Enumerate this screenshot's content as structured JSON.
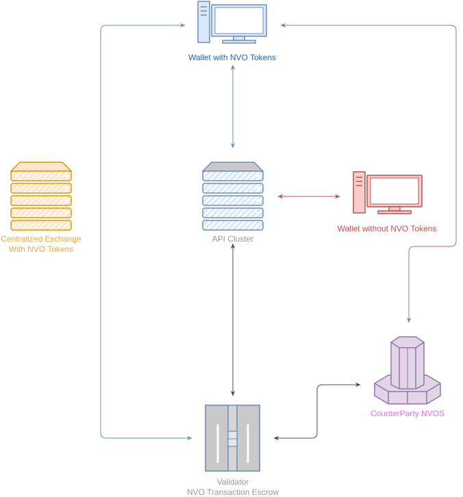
{
  "nodes": {
    "wallet_nvo": {
      "label": "Wallet with NVO Tokens",
      "color": "#1f63b5"
    },
    "api_cluster": {
      "label": "API Cluster",
      "color": "#9a9a9a"
    },
    "wallet_no_nvo": {
      "label": "Wallet without NVO Tokens",
      "color": "#d84a4a"
    },
    "exchange": {
      "label_line1": "Centralized Exchange",
      "label_line2": "With NVO Tokens",
      "color": "#f4a93a"
    },
    "counterparty": {
      "label": "CounterParty NVOS",
      "color": "#e66de6"
    },
    "validator": {
      "label_line1": "Validator",
      "label_line2": "NVO Transaction Escrow",
      "color": "#9a9a9a"
    }
  },
  "colors": {
    "blue_edge": "#6c8ebf",
    "red_edge": "#b85450",
    "purple_edge": "#9673a6",
    "gray_edge": "#4d4d4d"
  }
}
